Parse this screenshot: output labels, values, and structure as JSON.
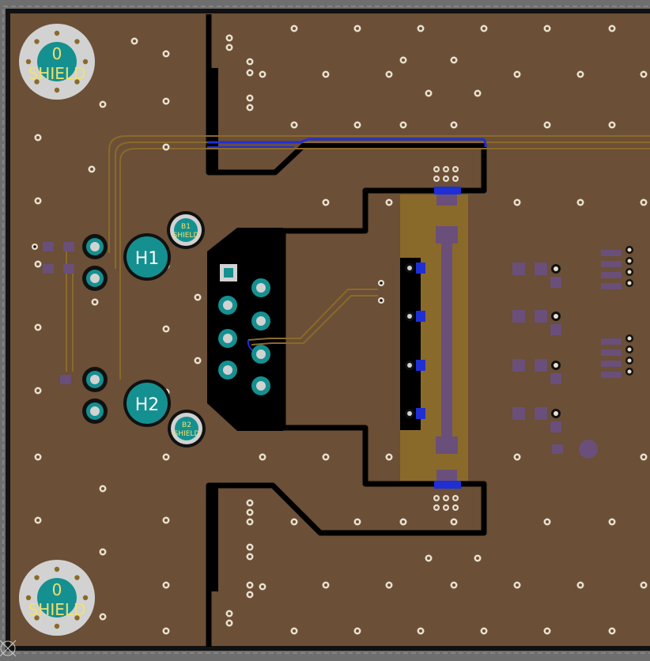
{
  "colors": {
    "background": "#6e6e6e",
    "board": "#6b4f36",
    "copper": "#8a6a2a",
    "trace": "#7a5e2a",
    "trace_blue": "#1f2fd6",
    "cutout": "#000000",
    "pad_teal": "#159090",
    "ring_light": "#d2d2d2",
    "via_fill": "#e8e0d0",
    "smd_pad": "#6a4f7a",
    "label_yellow": "#f2e070",
    "label_white": "#ffffff"
  },
  "mounting_holes": {
    "top": {
      "net": "0",
      "name": "SHIELD"
    },
    "bottom": {
      "net": "0",
      "name": "SHIELD"
    }
  },
  "holes": {
    "h1": "H1",
    "h2": "H2"
  },
  "bosses": {
    "b1": {
      "ref": "B1",
      "net": "SHIELD"
    },
    "b2": {
      "ref": "B2",
      "net": "SHIELD"
    }
  },
  "icons": {
    "origin_marker": "origin-crosshair-icon"
  }
}
